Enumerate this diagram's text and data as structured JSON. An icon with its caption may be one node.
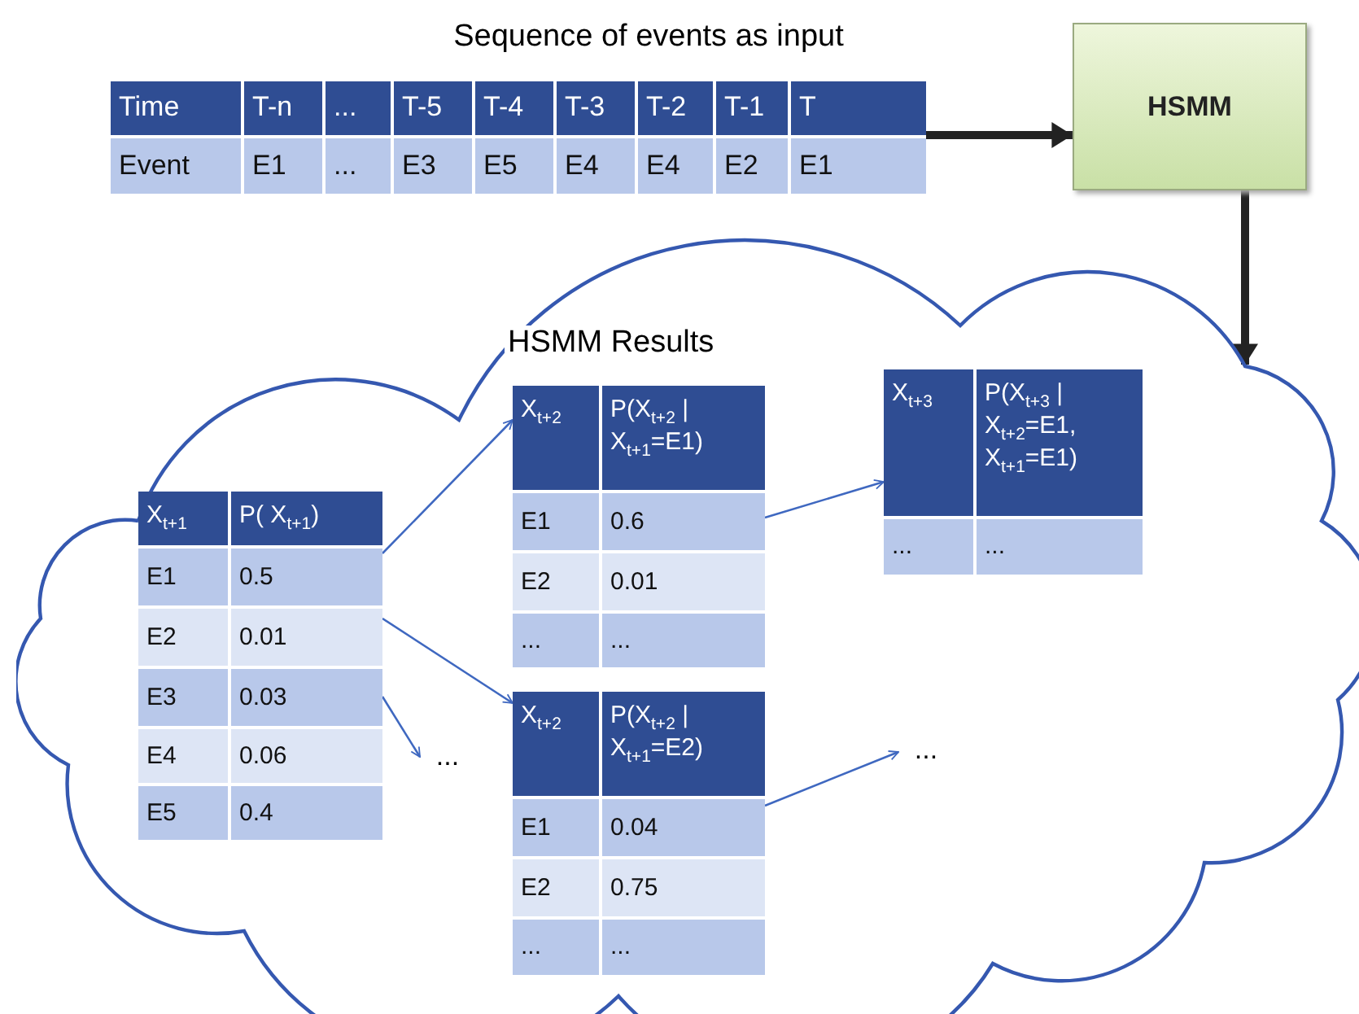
{
  "diagram": {
    "nodes": [
      {
        "text": [
          "Sequence of events as input",
          "Time",
          "T-n",
          "...",
          "T-5",
          "T-4",
          "T-3",
          "T-2",
          "T-1",
          "T",
          "Event",
          "E1",
          "...",
          "E3",
          "E5",
          "E4",
          "E4",
          "E2",
          "E1"
        ]
      },
      {
        "text": [
          "HSMM"
        ]
      },
      {
        "text": [
          "HSMM Results"
        ]
      },
      {
        "text": [
          "X$_{t+1}$",
          "P( X$_{t+1}$)",
          "E1",
          "0.5",
          "E2",
          "0.01",
          "E3",
          "0.03",
          "E4",
          "0.06",
          "E5",
          "0.4"
        ],
        "in": 2
      },
      {
        "text": [
          "X$_{t+2}$",
          "P(X$_{t+2}$ | X$_{t+1}$=E1)",
          "E1",
          "0.6",
          "E2",
          "0.01",
          "...",
          "..."
        ],
        "in": 2
      },
      {
        "text": [
          "..."
        ],
        "in": 2
      },
      {
        "text": [
          "X$_{t+2}$",
          "P(X$_{t+2}$ | X$_{t+1}$=E2)",
          "E1",
          "0.04",
          "E2",
          "0.75",
          "...",
          "..."
        ],
        "in": 2
      },
      {
        "text": [
          "X$_{t+3}$",
          "P(X$_{t+3}$ | X$_{t+2}$=E1, X$_{t+1}$=E1)",
          "...",
          "..."
        ],
        "in": 2
      },
      {
        "text": [
          "..."
        ],
        "in": 2
      }
    ],
    "edges": [
      {
        "from": 0,
        "to": 1,
        "arrow": "to",
        "style": "thick",
        "color": "#222222"
      },
      {
        "from": 1,
        "to": 2,
        "arrow": "to",
        "style": "thick",
        "color": "#222222"
      },
      {
        "from": 3,
        "to": 4,
        "arrow": "to"
      },
      {
        "from": 3,
        "to": 6,
        "arrow": "to"
      },
      {
        "from": 3,
        "to": 5,
        "arrow": "to"
      },
      {
        "from": 4,
        "to": 7,
        "arrow": "to"
      },
      {
        "from": 6,
        "to": 8,
        "arrow": "to"
      }
    ]
  }
}
